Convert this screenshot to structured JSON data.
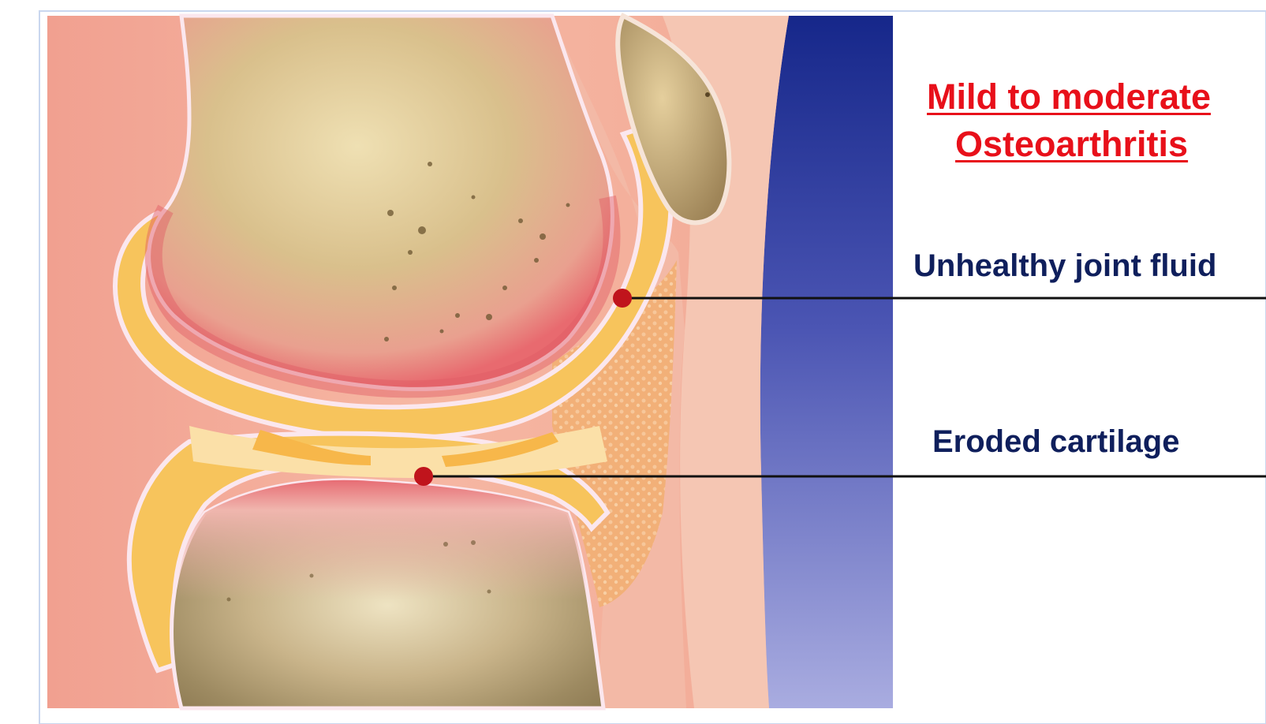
{
  "title": {
    "line1": "Mild to moderate",
    "line2": "Osteoarthritis"
  },
  "callouts": [
    {
      "label": "Unhealthy joint fluid"
    },
    {
      "label": "Eroded cartilage"
    }
  ],
  "colors": {
    "title": "#e8101a",
    "label": "#0f1f5c",
    "marker": "#c0141c",
    "leader": "#111111",
    "frame": "#c9d7ef"
  }
}
